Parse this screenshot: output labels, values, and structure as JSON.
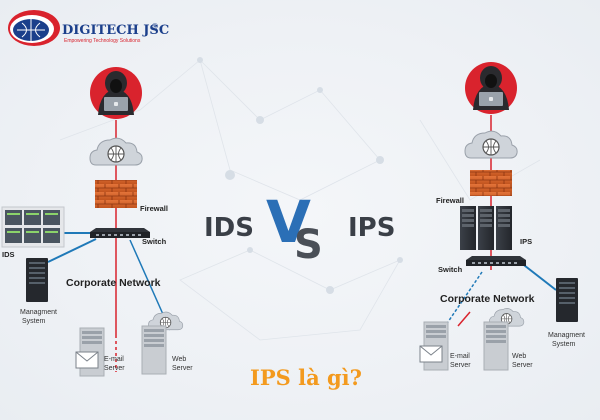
{
  "logo": {
    "name": "DIGITECH JSC",
    "registered": "®",
    "slogan": "Empowering Technology Solutions"
  },
  "left": {
    "labels": {
      "firewall": "Firewall",
      "switch": "Switch",
      "ids": "IDS",
      "network": "Corporate Network",
      "management": [
        "Managment",
        "System"
      ],
      "email": [
        "E-mail",
        "Server"
      ],
      "web": [
        "Web",
        "Server"
      ]
    }
  },
  "center": {
    "left": "IDS",
    "right": "IPS",
    "vs_v": "V",
    "vs_s": "S"
  },
  "right": {
    "labels": {
      "firewall": "Firewall",
      "ips": "IPS",
      "switch": "Switch",
      "network": "Corporate Network",
      "management": [
        "Managment",
        "System"
      ],
      "email": [
        "E-mail",
        "Server"
      ],
      "web": [
        "Web",
        "Server"
      ]
    }
  },
  "title": "IPS là gì?",
  "colors": {
    "accent_red": "#d9232d",
    "link_blue": "#1f79b8",
    "title_orange": "#f39a1e",
    "logo_blue": "#1b3f8b",
    "vs_blue": "#2b6fb6"
  }
}
